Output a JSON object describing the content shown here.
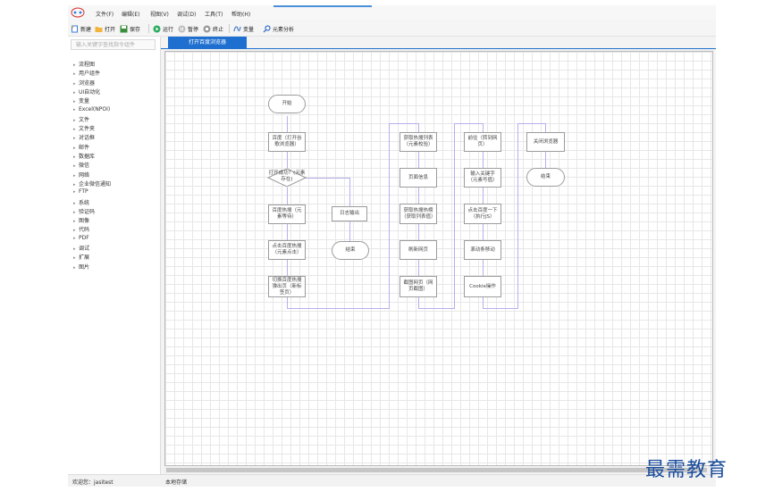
{
  "menubar": {
    "items": [
      "文件(F)",
      "编辑(E)",
      "视图(V)",
      "调试(D)",
      "工具(T)",
      "帮助(H)"
    ]
  },
  "toolbar": {
    "new": "新建",
    "open": "打开",
    "save": "保存",
    "run": "运行",
    "pause": "暂停",
    "stop": "终止",
    "variables": "变量",
    "element_analysis": "元素分析"
  },
  "sidebar": {
    "search_placeholder": "输入关键字查找指令组件",
    "items": [
      "流程图",
      "用户组件",
      "浏览器",
      "UI自动化",
      "变量",
      "Excel(NPOI)",
      "文件",
      "文件夹",
      "对话框",
      "邮件",
      "数据库",
      "微信",
      "网络",
      "企业微信通知",
      "FTP",
      "系统",
      "验证码",
      "图像",
      "代码",
      "PDF",
      "调试",
      "扩展",
      "图片"
    ]
  },
  "tab": {
    "label": "打开百度浏览器"
  },
  "flow": {
    "start": "开始",
    "open_browser": "百度（打开谷歌浏览器）",
    "condition": "打开成功？(元素存在)",
    "log_output": "日志输出",
    "end_left": "结束",
    "baidu_input": "百度热搜（元素等待）",
    "click_search": "点击百度热搜（元素点击）",
    "switch_page": "切换百度热搜弹出页（新标签页）",
    "get_hot_list": "获取热搜列表（元素校验）",
    "page_info": "页面信息",
    "get_hot_list_2": "获取热搜热榜（获取列表值）",
    "refresh_page": "刷新网页",
    "page_screenshot": "截图网页（网页截图）",
    "go_baidu": "前往（转到网页）",
    "input_keyword": "输入关键字（元素写值）",
    "click_search_button": "点击百度一下（执行JS）",
    "scroll_move": "滚动条移动",
    "cookie_ops": "Cookie操作",
    "close_browser": "关闭浏览器",
    "end_right": "结束"
  },
  "status": {
    "user": "欢迎您：jasitest",
    "storage": "本地存储"
  },
  "watermark": "最需教育",
  "colors": {
    "tab_active": "#1e6fd0",
    "connector": "#b5b0ee",
    "watermark": "#1a4c9c"
  }
}
